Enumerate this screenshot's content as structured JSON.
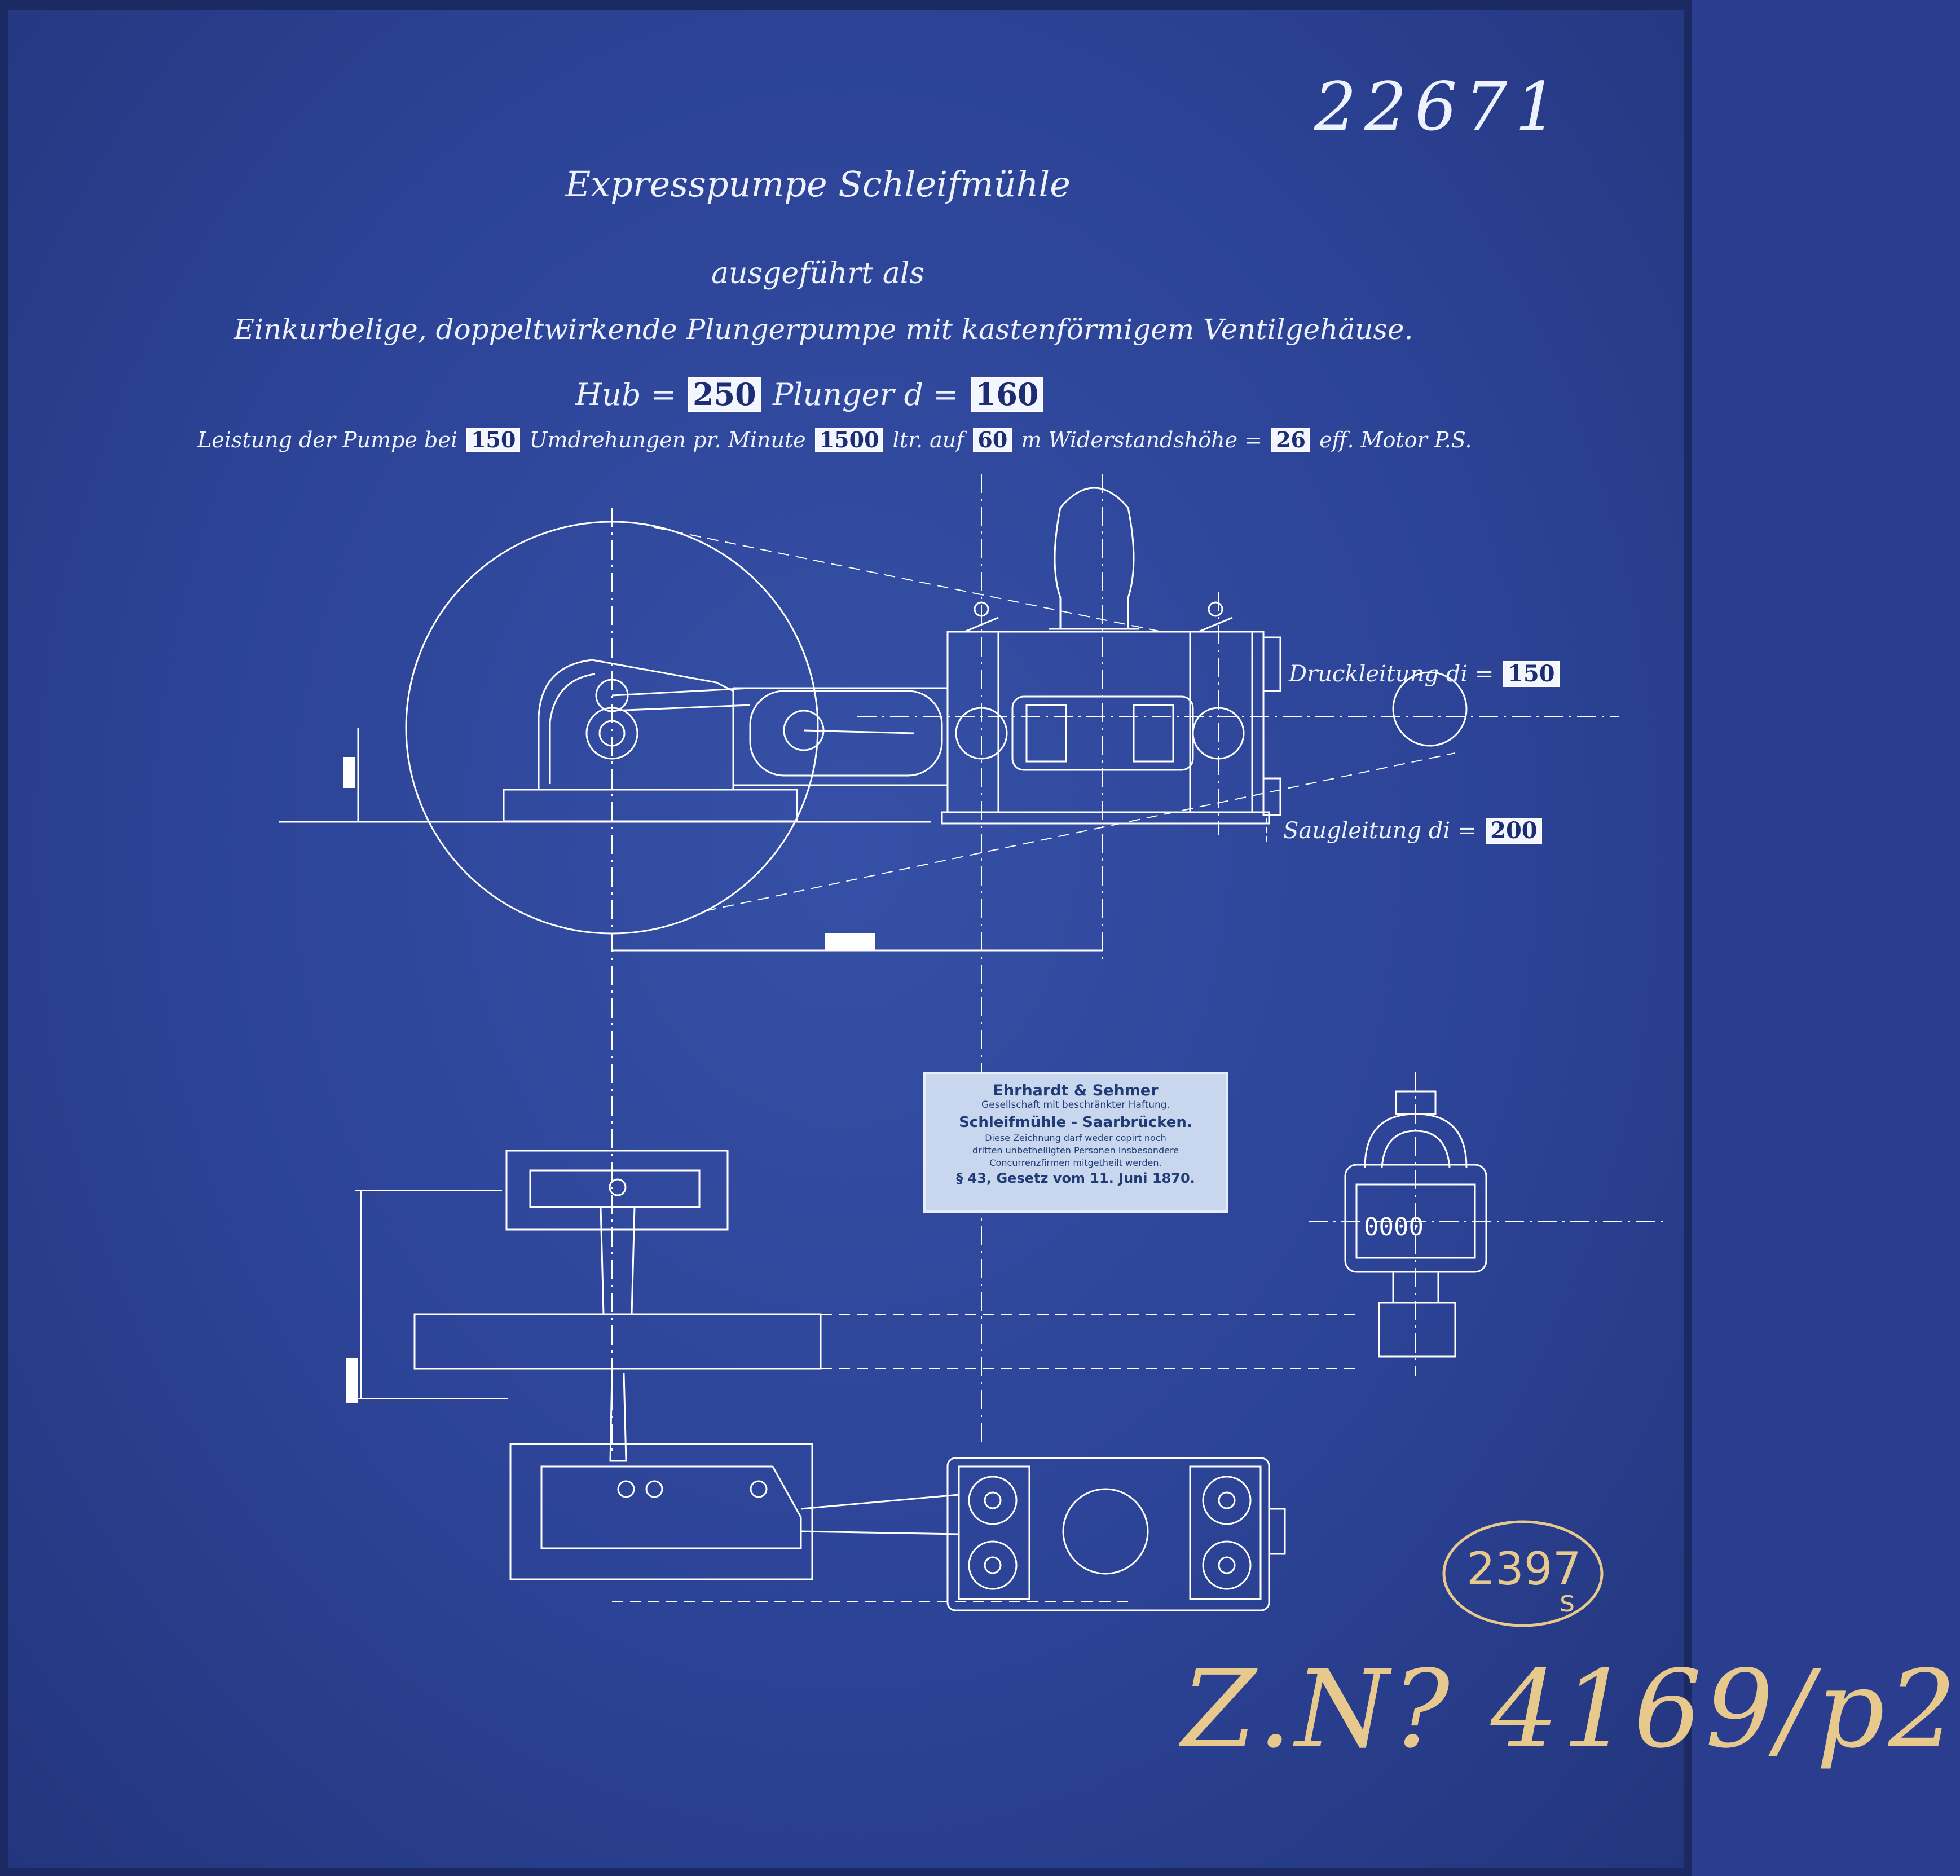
{
  "document_number": "22671",
  "title": {
    "main": "Expresspumpe Schleifmühle",
    "sub": "ausgeführt als",
    "description": "Einkurbelige, doppeltwirkende Plungerpumpe mit kastenförmigem Ventilgehäuse."
  },
  "specs": {
    "hub_label": "Hub =",
    "hub_value": "250",
    "plunger_label": "Plunger d =",
    "plunger_value": "160",
    "performance": {
      "part1": "Leistung der Pumpe bei",
      "rpm": "150",
      "part2": "Umdrehungen pr. Minute",
      "liters": "1500",
      "part3": "ltr. auf",
      "height": "60",
      "part4": "m Widerstandshöhe =",
      "ps": "26",
      "part5": "eff. Motor P.S."
    }
  },
  "pipes": {
    "pressure_label": "Druckleitung di =",
    "pressure_value": "150",
    "suction_label": "Saugleitung di =",
    "suction_value": "200"
  },
  "stamp": {
    "company": "Ehrhardt & Sehmer",
    "company_form": "Gesellschaft mit beschränkter Haftung.",
    "location": "Schleifmühle - Saarbrücken.",
    "notice": [
      "Diese Zeichnung darf weder copirt noch",
      "dritten unbetheiligten Personen insbesondere",
      "Concurrenzfirmen mitgetheilt werden."
    ],
    "law": "§ 43, Gesetz vom 11. Juni 1870."
  },
  "archive": {
    "circle_number": "2397",
    "circle_suffix": "s",
    "handwritten": "Z.N? 4169/p2"
  },
  "colors": {
    "paper": "#2c4396",
    "lines": "#ffffff",
    "stamp_bg": "#c9d7ee",
    "archive_ink": "#e7c98e"
  }
}
